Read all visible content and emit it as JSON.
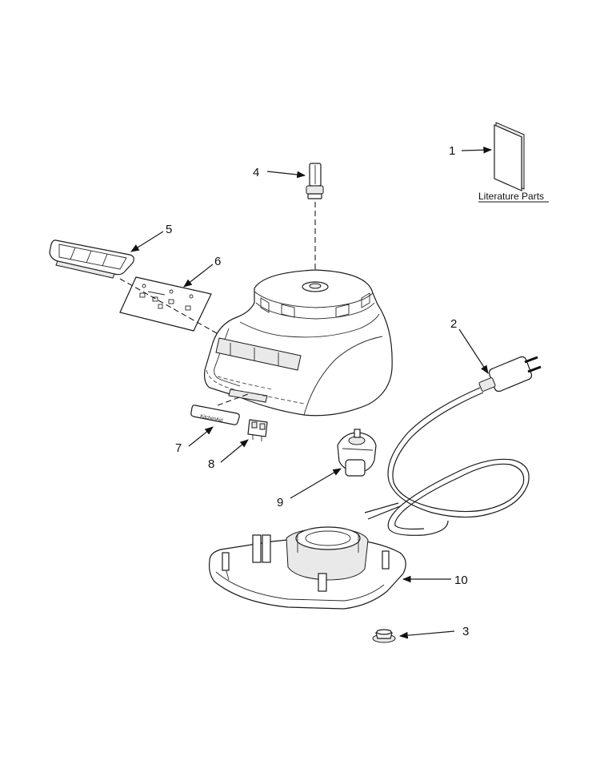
{
  "callouts": {
    "c1": "1",
    "c2": "2",
    "c3": "3",
    "c4": "4",
    "c5": "5",
    "c6": "6",
    "c7": "7",
    "c8": "8",
    "c9": "9",
    "c10": "10"
  },
  "literature_label": "Literature Parts"
}
